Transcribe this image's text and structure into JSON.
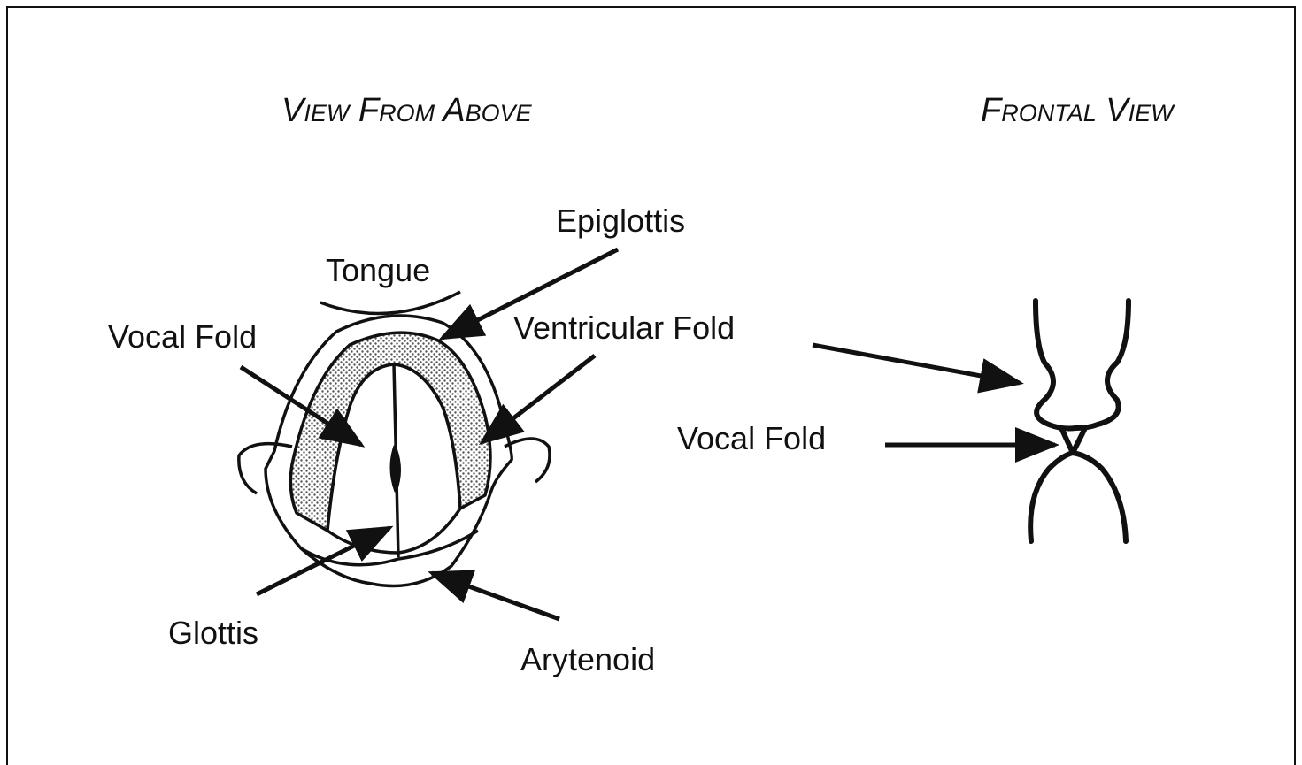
{
  "titles": {
    "left": "View From Above",
    "right": "Frontal View"
  },
  "labels": {
    "epiglottis": "Epiglottis",
    "tongue": "Tongue",
    "vocal_fold_left": "Vocal Fold",
    "ventricular_fold": "Ventricular Fold",
    "glottis": "Glottis",
    "arytenoid": "Arytenoid",
    "vocal_fold_right": "Vocal Fold"
  },
  "colors": {
    "ink": "#111111",
    "background": "#ffffff",
    "stipple": "#888888"
  }
}
